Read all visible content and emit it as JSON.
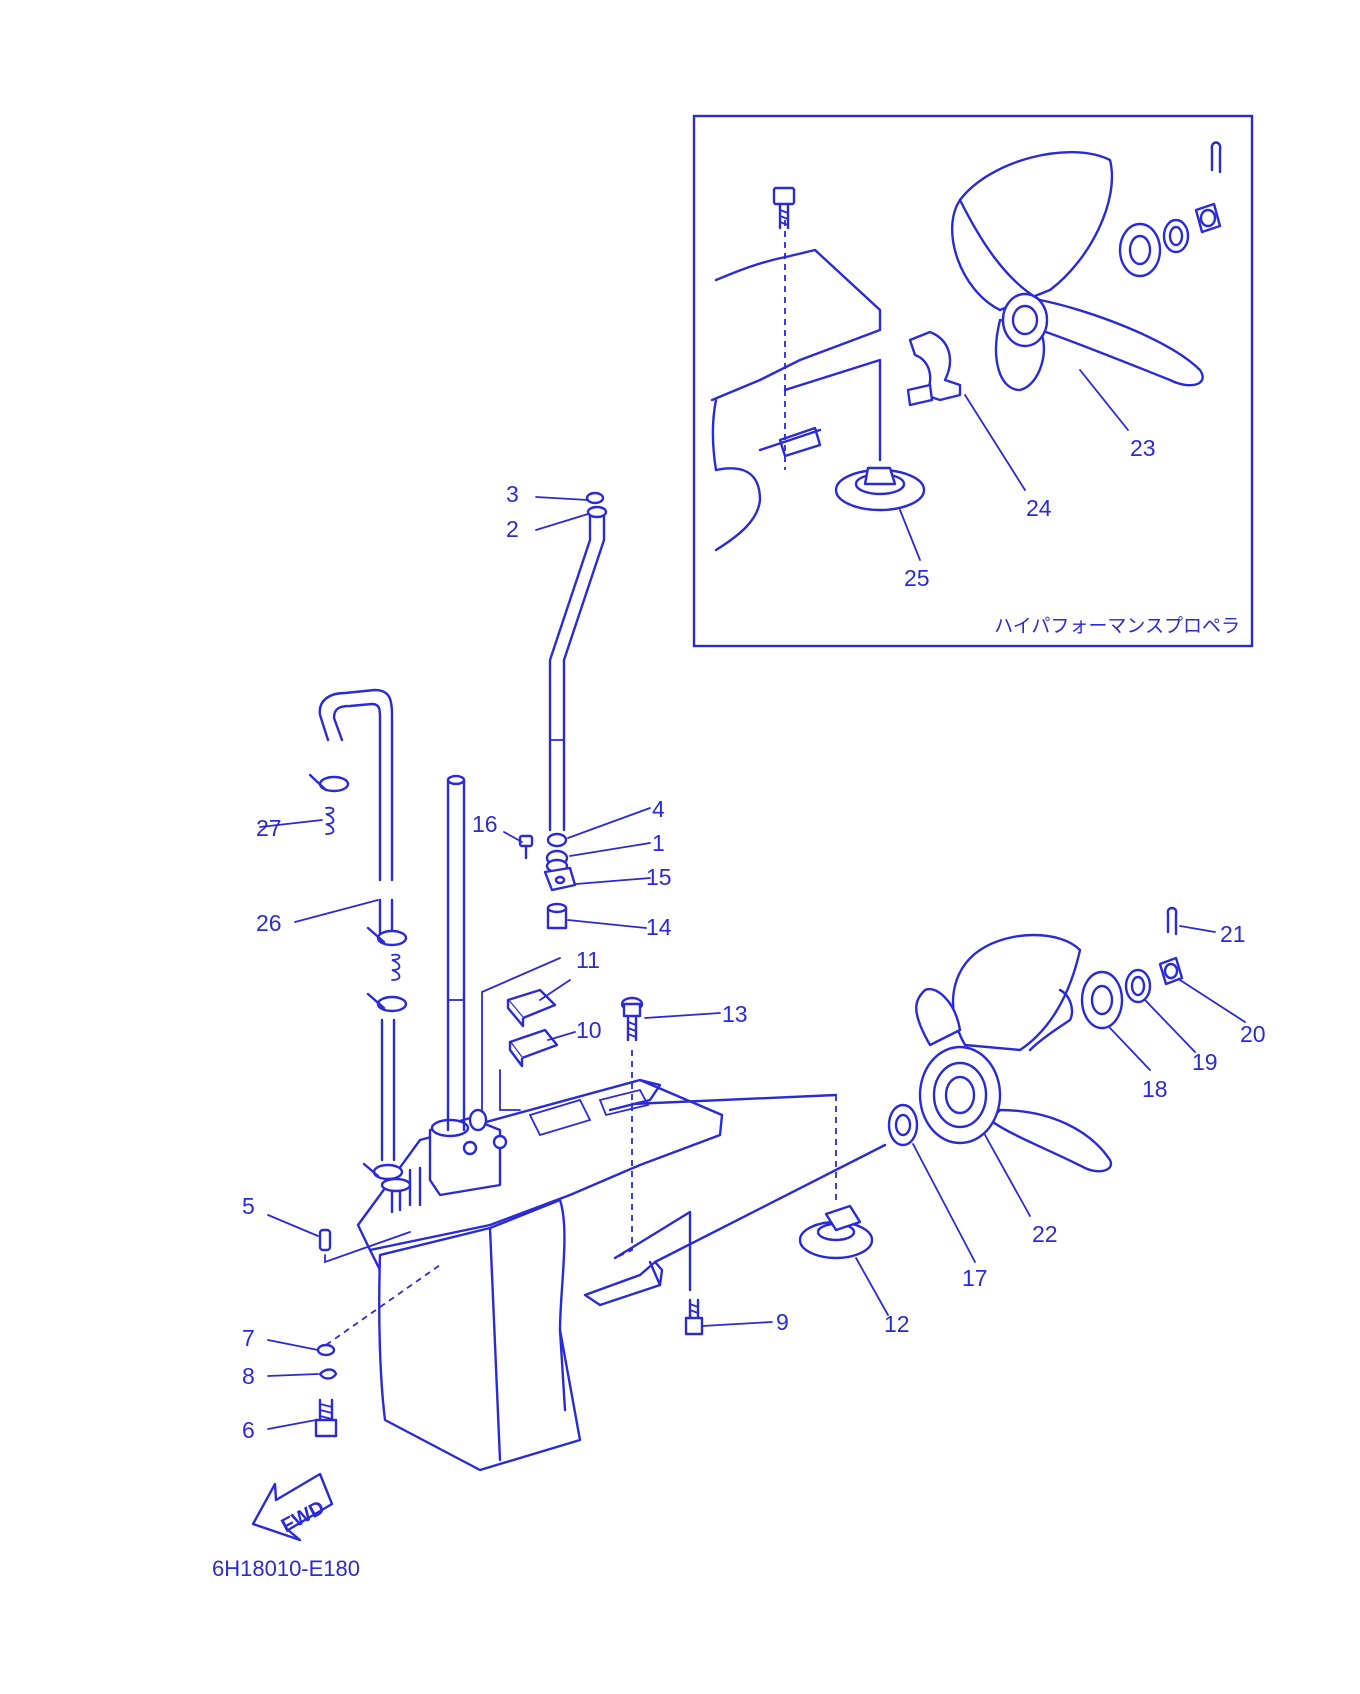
{
  "diagram": {
    "colors": {
      "line": "#2a2ad8",
      "background": "#ffffff"
    },
    "drawing_code": "6H18010-E180",
    "inset_title": "ハイパフォーマンスプロペラ",
    "direction_label": "FWD",
    "callouts": [
      "1",
      "2",
      "3",
      "4",
      "5",
      "6",
      "7",
      "8",
      "9",
      "10",
      "11",
      "12",
      "13",
      "14",
      "15",
      "16",
      "17",
      "18",
      "19",
      "20",
      "21",
      "22",
      "23",
      "24",
      "25",
      "26",
      "27"
    ]
  }
}
